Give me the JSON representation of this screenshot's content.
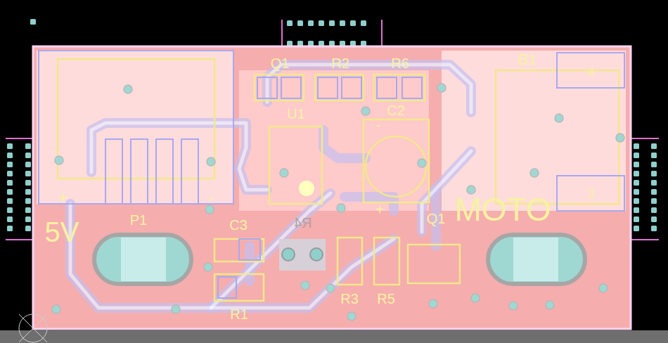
{
  "diagram": {
    "labels": [
      "Q1",
      "R2",
      "R6",
      "B1",
      "4",
      "U1",
      "C2",
      "-",
      "+",
      "MOTO",
      "3",
      "+",
      "-",
      "Q1",
      "P1",
      "C3",
      "R4",
      "5V",
      "R3",
      "R5",
      "R1"
    ]
  }
}
